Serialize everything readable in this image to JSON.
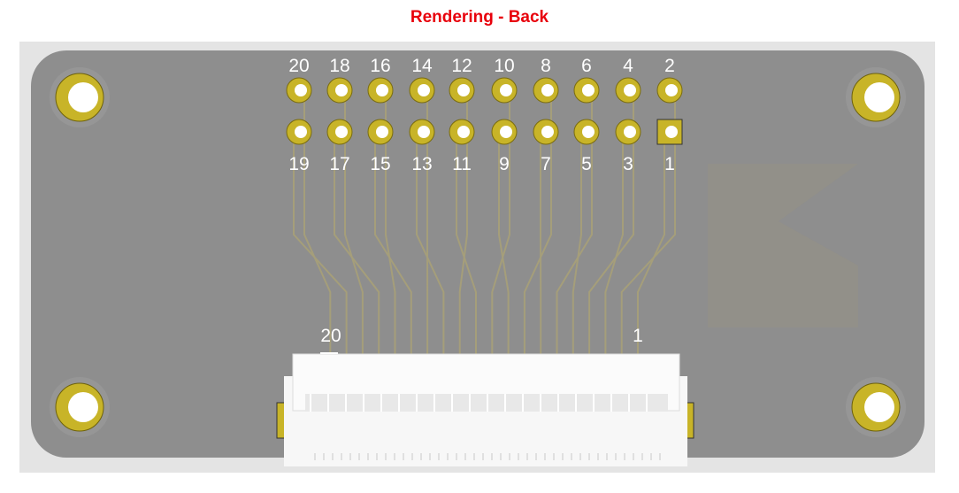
{
  "title": "Rendering - Back",
  "pins_top": [
    "20",
    "18",
    "16",
    "14",
    "12",
    "10",
    "8",
    "6",
    "4",
    "2"
  ],
  "pins_bottom": [
    "19",
    "17",
    "15",
    "13",
    "11",
    "9",
    "7",
    "5",
    "3",
    "1"
  ],
  "connector": {
    "left_label": "20",
    "right_label": "1",
    "pin_count": 20
  },
  "colors": {
    "board": "#8e8e8e",
    "copper": "#c8b428",
    "trace": "#a59e7a",
    "connector": "#f7f7f7",
    "title": "#e8000b"
  }
}
